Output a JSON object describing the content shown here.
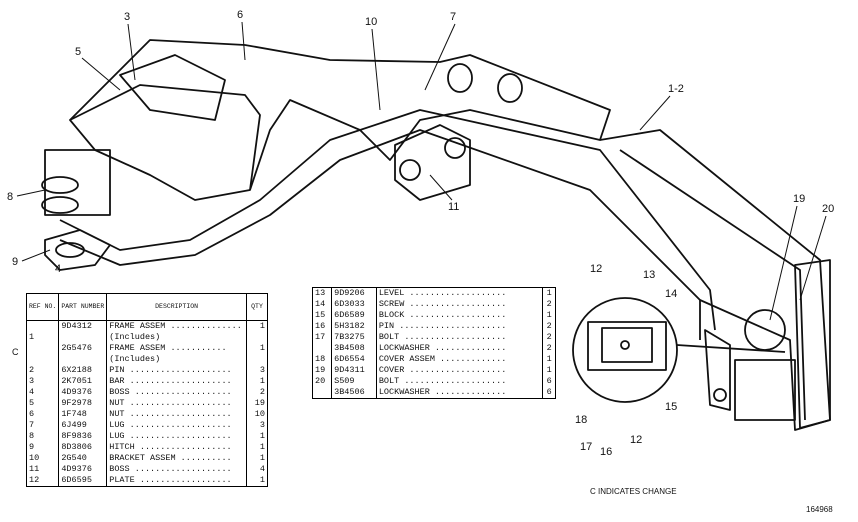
{
  "callouts": [
    "1-2",
    "3",
    "4",
    "5",
    "6",
    "7",
    "8",
    "9",
    "10",
    "11",
    "12",
    "13",
    "14",
    "15",
    "16",
    "17",
    "18",
    "19",
    "20"
  ],
  "inset_callouts": [
    "12",
    "13",
    "14",
    "15",
    "12",
    "16",
    "17",
    "18"
  ],
  "left_table": {
    "headers": {
      "ref": "REF NO.",
      "part": "PART NUMBER",
      "desc": "DESCRIPTION",
      "qty": "QTY"
    },
    "rows": [
      {
        "ref": "",
        "part": "9D4312",
        "desc": "FRAME ASSEM ..............",
        "qty": "1"
      },
      {
        "ref": "1",
        "part": "",
        "desc": "(Includes)",
        "qty": ""
      },
      {
        "ref": "",
        "part": "2G5476",
        "desc": "FRAME ASSEM ...........",
        "qty": "1"
      },
      {
        "ref": "",
        "part": "",
        "desc": "(Includes)",
        "qty": ""
      },
      {
        "ref": "2",
        "part": "6X2188",
        "desc": "PIN ....................",
        "qty": "3"
      },
      {
        "ref": "3",
        "part": "2K7051",
        "desc": "BAR ....................",
        "qty": "1"
      },
      {
        "ref": "4",
        "part": "4D9376",
        "desc": "BOSS ...................",
        "qty": "2"
      },
      {
        "ref": "5",
        "part": "9F2978",
        "desc": "NUT ....................",
        "qty": "19"
      },
      {
        "ref": "6",
        "part": "1F748",
        "desc": "NUT ....................",
        "qty": "10"
      },
      {
        "ref": "7",
        "part": "6J499",
        "desc": "LUG ....................",
        "qty": "3"
      },
      {
        "ref": "8",
        "part": "8F9836",
        "desc": "LUG ....................",
        "qty": "1"
      },
      {
        "ref": "9",
        "part": "8D3806",
        "desc": "HITCH ..................",
        "qty": "1"
      },
      {
        "ref": "10",
        "part": "2G540",
        "desc": "BRACKET ASSEM ..........",
        "qty": "1"
      },
      {
        "ref": "11",
        "part": "4D9376",
        "desc": "BOSS ...................",
        "qty": "4"
      },
      {
        "ref": "12",
        "part": "6D6595",
        "desc": "PLATE ..................",
        "qty": "1"
      }
    ],
    "change_marker": "C"
  },
  "right_table": {
    "rows": [
      {
        "ref": "13",
        "part": "9D9206",
        "desc": "LEVEL ...................",
        "qty": "1"
      },
      {
        "ref": "14",
        "part": "6D3033",
        "desc": "SCREW ...................",
        "qty": "2"
      },
      {
        "ref": "15",
        "part": "6D6589",
        "desc": "BLOCK ...................",
        "qty": "1"
      },
      {
        "ref": "16",
        "part": "5H3182",
        "desc": "PIN .....................",
        "qty": "2"
      },
      {
        "ref": "17",
        "part": "7B3275",
        "desc": "BOLT ....................",
        "qty": "2"
      },
      {
        "ref": "",
        "part": "3B4508",
        "desc": "LOCKWASHER ..............",
        "qty": "2"
      },
      {
        "ref": "18",
        "part": "6D6554",
        "desc": "COVER ASSEM .............",
        "qty": "1"
      },
      {
        "ref": "19",
        "part": "9D4311",
        "desc": "COVER ...................",
        "qty": "1"
      },
      {
        "ref": "20",
        "part": "S509",
        "desc": "BOLT ....................",
        "qty": "6"
      },
      {
        "ref": "",
        "part": "3B4506",
        "desc": "LOCKWASHER ..............",
        "qty": "6"
      },
      {
        "ref": "",
        "part": "",
        "desc": "",
        "qty": ""
      },
      {
        "ref": "",
        "part": "",
        "desc": "",
        "qty": ""
      },
      {
        "ref": "",
        "part": "",
        "desc": "",
        "qty": ""
      },
      {
        "ref": "",
        "part": "",
        "desc": "",
        "qty": ""
      },
      {
        "ref": "",
        "part": "",
        "desc": "",
        "qty": ""
      },
      {
        "ref": "",
        "part": "",
        "desc": "",
        "qty": ""
      }
    ]
  },
  "change_note": "C INDICATES CHANGE",
  "drawing_number": "164968"
}
